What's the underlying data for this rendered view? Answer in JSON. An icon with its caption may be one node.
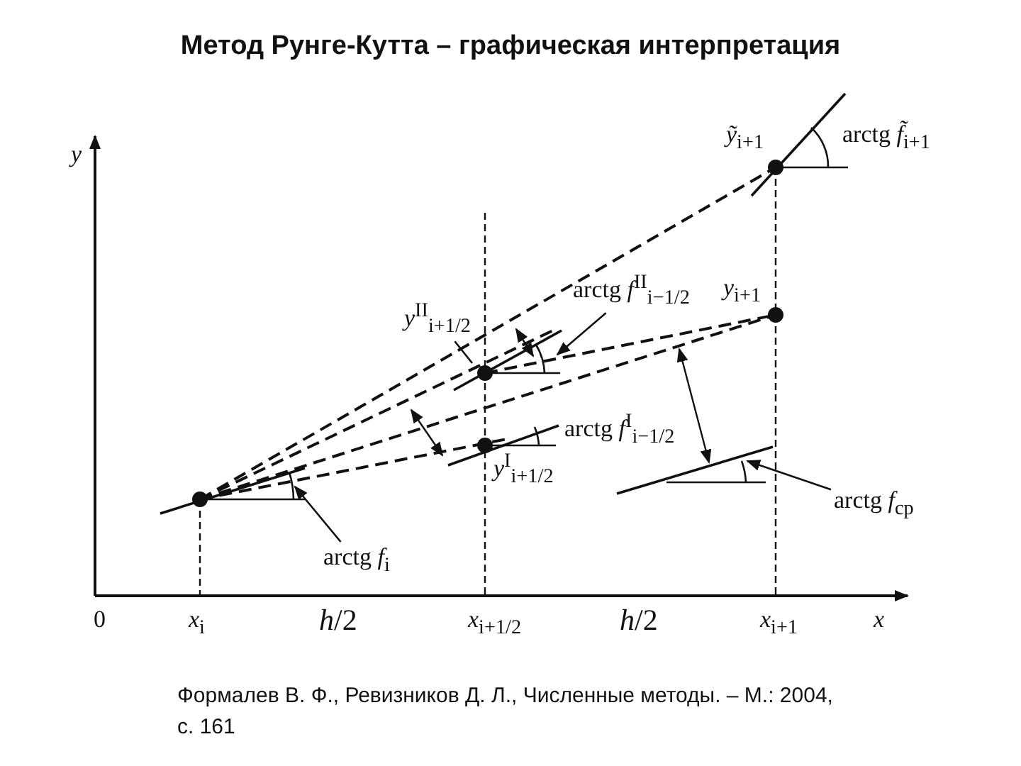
{
  "diagram": {
    "title": "Метод Рунге-Кутта – графическая интерпретация",
    "caption": "Формалев В. Ф., Ревизников Д. Л., Численные методы. – М.: 2004, с. 161",
    "nodes": [
      {
        "text": [
          "arctg *f*$_{i}$"
        ]
      },
      {
        "text": [
          "*y*$^{II}$$_{i+1/2}$"
        ]
      },
      {
        "text": [
          "arctg *f*$^{II}$$_{i−1/2}$"
        ]
      },
      {
        "text": [
          "arctg *f*$_{ср}$"
        ]
      }
    ],
    "edges": [
      {
        "from": 0,
        "to": null,
        "arrow": "to"
      },
      {
        "from": 1,
        "to": null,
        "arrow": "none"
      },
      {
        "from": 2,
        "to": null,
        "arrow": "to"
      },
      {
        "from": 3,
        "to": null,
        "arrow": "to"
      }
    ],
    "labels": [
      "*y*",
      "0",
      "*x*$_{i}$",
      "*h*/2",
      "*x*$_{i+1/2}$",
      "*h*/2",
      "*x*$_{i+1}$",
      "*x*",
      "*ỹ*$_{i+1}$",
      "arctg *f̃*$_{i+1}$",
      "*y*$_{i+1}$",
      "arctg *f*$^{I}$$_{i−1/2}$",
      "*y*$^{I}$$_{i+1/2}$"
    ]
  }
}
